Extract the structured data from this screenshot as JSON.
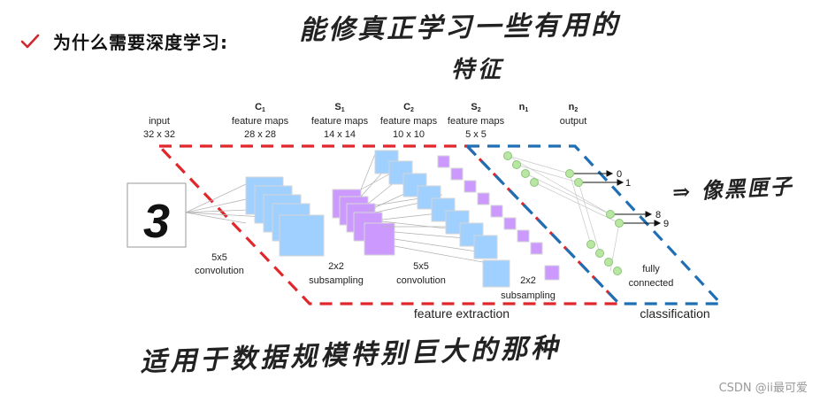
{
  "slide": {
    "bullet_title": "为什么需要深度学习:",
    "handwritten_note_top_line1": "能修真正学习一些有用的",
    "handwritten_note_top_line2": "特征",
    "handwritten_note_right": "⇒ 像黑匣子",
    "handwritten_note_bottom": "适用于数据规模特别巨大的那种",
    "watermark": "CSDN @ii最可爱"
  },
  "diagram": {
    "input_label": "input",
    "input_size": "32 x 32",
    "input_digit": "3",
    "columns": [
      {
        "symbol": "C",
        "sub": "1",
        "name": "feature maps",
        "size": "28 x 28"
      },
      {
        "symbol": "S",
        "sub": "1",
        "name": "feature maps",
        "size": "14 x 14"
      },
      {
        "symbol": "C",
        "sub": "2",
        "name": "feature maps",
        "size": "10 x 10"
      },
      {
        "symbol": "S",
        "sub": "2",
        "name": "feature maps",
        "size": "5 x 5"
      },
      {
        "symbol": "n",
        "sub": "1",
        "name": "",
        "size": ""
      },
      {
        "symbol": "n",
        "sub": "2",
        "name": "output",
        "size": ""
      }
    ],
    "ops": {
      "conv1_a": "5x5",
      "conv1_b": "convolution",
      "sub1_a": "2x2",
      "sub1_b": "subsampling",
      "conv2_a": "5x5",
      "conv2_b": "convolution",
      "sub2_a": "2x2",
      "sub2_b": "subsampling",
      "fc_a": "fully",
      "fc_b": "connected"
    },
    "outputs": [
      "0",
      "1",
      "8",
      "9"
    ],
    "feature_extraction_label": "feature extraction",
    "classification_label": "classification",
    "colors": {
      "red_dash": "#e0282c",
      "blue_dash": "#1f6fb5",
      "map_blue": "#9fd0ff",
      "map_purple": "#cc99ff",
      "node_green": "#b9e6a2",
      "check_red": "#d02830"
    }
  }
}
